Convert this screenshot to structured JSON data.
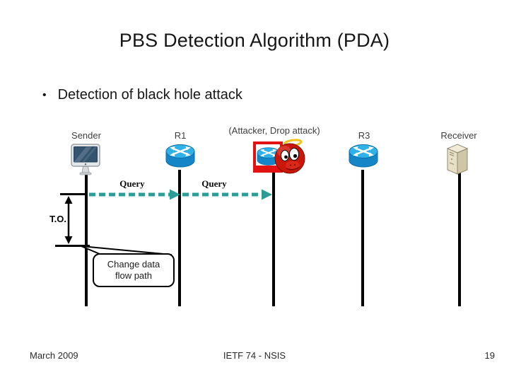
{
  "slide": {
    "title": "PBS Detection Algorithm (PDA)",
    "bullet_glyph": "•",
    "bullet_text": "Detection of black hole attack"
  },
  "diagram": {
    "nodes": [
      {
        "label": "Sender",
        "icon": "computer-icon"
      },
      {
        "label": "R1",
        "icon": "router-icon"
      },
      {
        "label": "(Attacker, Drop attack)",
        "icon": "attacker-router-icon"
      },
      {
        "label": "R3",
        "icon": "router-icon"
      },
      {
        "label": "Receiver",
        "icon": "server-icon"
      }
    ],
    "messages": [
      {
        "label": "Query",
        "from": "Sender",
        "to": "R1"
      },
      {
        "label": "Query",
        "from": "R1",
        "to": "(Attacker, Drop attack)"
      }
    ],
    "timeout_label": "T.O.",
    "callout": {
      "line1": "Change data",
      "line2": "flow path"
    },
    "colors": {
      "arrow_teal": "#2E9C96",
      "lifeline_black": "#000000",
      "attacker_red": "#E31212",
      "router_blue": "#1486C8",
      "router_blue_light": "#2FB2E8"
    }
  },
  "footer": {
    "date": "March 2009",
    "center": "IETF 74 - NSIS",
    "page_number": "19"
  }
}
